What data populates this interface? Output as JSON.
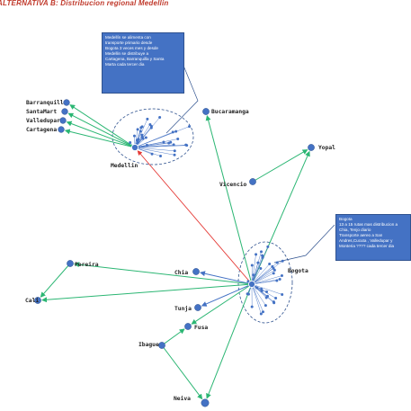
{
  "title": "ALTERNATIVA B: Distribucion regional Medellin",
  "colors": {
    "green": "#2bb673",
    "red": "#e53935",
    "node": "#4472c4",
    "note_bg": "#4472c4"
  },
  "callouts": {
    "medellin": [
      "Medellín  se alimenta con",
      "transporte primario desde",
      "Bogota 3 veces mes  y  desde",
      "Medellin se distribuye a",
      "Cartagena, Barranquilla y Santa",
      "Marta cada tercer dia"
    ],
    "bogota": [
      "Bogota",
      "13 a 15 rutas mas distribucion a",
      "Chia, Tenjo  diario",
      "Transporte aereo a San",
      "Andres,Cucuta , Valledupar y",
      "Monteria ????    cada tercer dia"
    ]
  },
  "cities": [
    {
      "id": "barranquilla",
      "name": "Barranquill"
    },
    {
      "id": "santa-marta",
      "name": "SantaMart"
    },
    {
      "id": "valledupar",
      "name": "Valledupar"
    },
    {
      "id": "cartagena",
      "name": "Cartagena"
    },
    {
      "id": "medellin",
      "name": "Medellin"
    },
    {
      "id": "bucaramanga",
      "name": "Bucaramanga"
    },
    {
      "id": "yopal",
      "name": "Yopal"
    },
    {
      "id": "vicencio",
      "name": "Vicencio"
    },
    {
      "id": "bogota",
      "name": "Bogota"
    },
    {
      "id": "chia",
      "name": "Chia"
    },
    {
      "id": "pereira",
      "name": "Pereira"
    },
    {
      "id": "cali",
      "name": "Cali"
    },
    {
      "id": "tunja",
      "name": "Tunja"
    },
    {
      "id": "fuza",
      "name": "Fusa"
    },
    {
      "id": "ibague",
      "name": "Ibague"
    },
    {
      "id": "neiva",
      "name": "Neiva"
    }
  ],
  "routes": [
    {
      "from": "medellin",
      "to": "barranquilla",
      "color": "green"
    },
    {
      "from": "medellin",
      "to": "santa-marta",
      "color": "green"
    },
    {
      "from": "medellin",
      "to": "valledupar",
      "color": "green"
    },
    {
      "from": "medellin",
      "to": "cartagena",
      "color": "green"
    },
    {
      "from": "bogota",
      "to": "medellin",
      "color": "red"
    },
    {
      "from": "bogota",
      "to": "bucaramanga",
      "color": "green"
    },
    {
      "from": "bogota",
      "to": "yopal",
      "color": "green"
    },
    {
      "from": "vicencio",
      "to": "yopal",
      "color": "green"
    },
    {
      "from": "bogota",
      "to": "chia",
      "color": "blue"
    },
    {
      "from": "bogota",
      "to": "pereira",
      "color": "green"
    },
    {
      "from": "bogota",
      "to": "cali",
      "color": "green"
    },
    {
      "from": "pereira",
      "to": "cali",
      "color": "green"
    },
    {
      "from": "bogota",
      "to": "tunja",
      "color": "blue"
    },
    {
      "from": "bogota",
      "to": "fuza",
      "color": "green"
    },
    {
      "from": "ibague",
      "to": "fuza",
      "color": "green"
    },
    {
      "from": "ibague",
      "to": "neiva",
      "color": "green"
    },
    {
      "from": "bogota",
      "to": "neiva",
      "color": "green"
    }
  ]
}
